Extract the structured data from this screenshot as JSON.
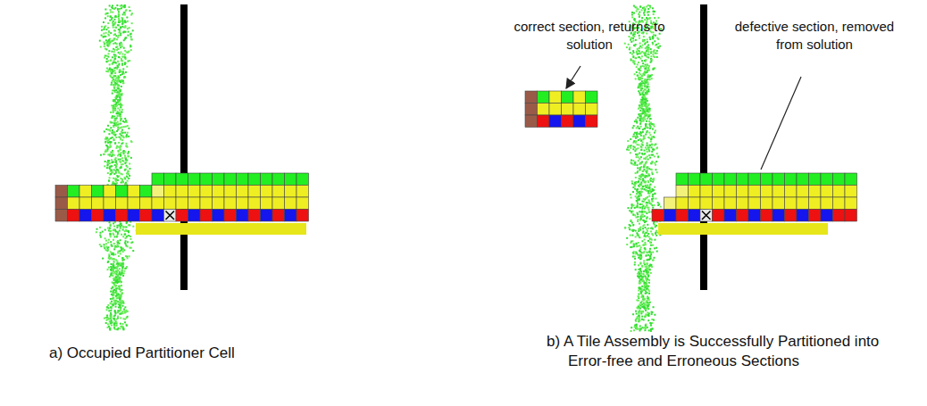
{
  "diagram": {
    "labels": [
      "correct section, returns to solution",
      "defective section, removed from solution",
      "a) Occupied Partitioner Cell",
      "b) A Tile Assembly is Successfully Partitioned into Error-free and Erroneous Sections"
    ]
  }
}
